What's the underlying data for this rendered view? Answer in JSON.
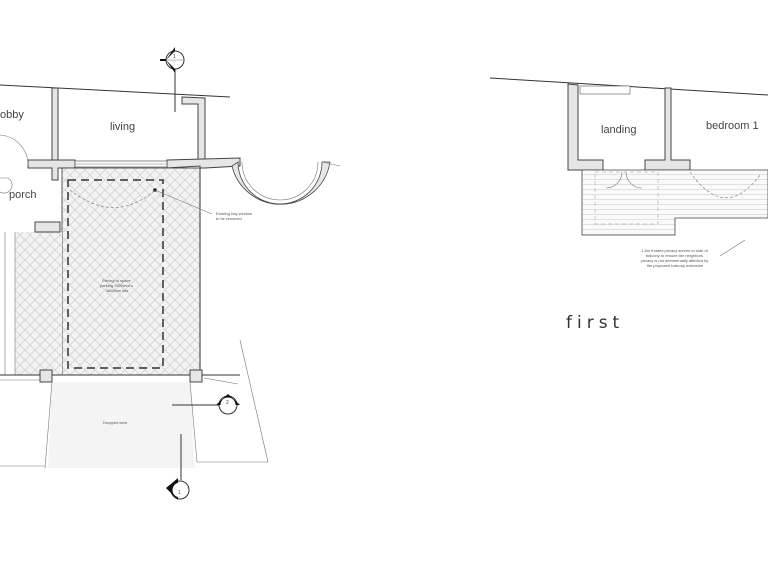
{
  "ground_floor": {
    "rooms": {
      "lobby": "obby",
      "living": "living",
      "porch": "porch"
    },
    "notes": {
      "bay_window": [
        "Existing bay window",
        "to be removed"
      ],
      "parking": [
        "Paving of space",
        "parking 2500mm x",
        "4800mm kits"
      ],
      "kerb": "Dropped kerb"
    },
    "section_markers": {
      "top": "1",
      "side": "2",
      "bottom": "1"
    }
  },
  "first_floor": {
    "title": "first",
    "rooms": {
      "landing": "landing",
      "bedroom": "bedroom 1"
    },
    "notes": {
      "privacy": [
        "1.8m frosted privacy screen to side of",
        "balcony to ensure the neighbors",
        "privacy is not detrimentally affected by",
        "the proposed balcony extension"
      ]
    }
  },
  "colors": {
    "line": "#333333",
    "wall_fill": "#e6e6e6",
    "paving": "#f0f0f0"
  }
}
